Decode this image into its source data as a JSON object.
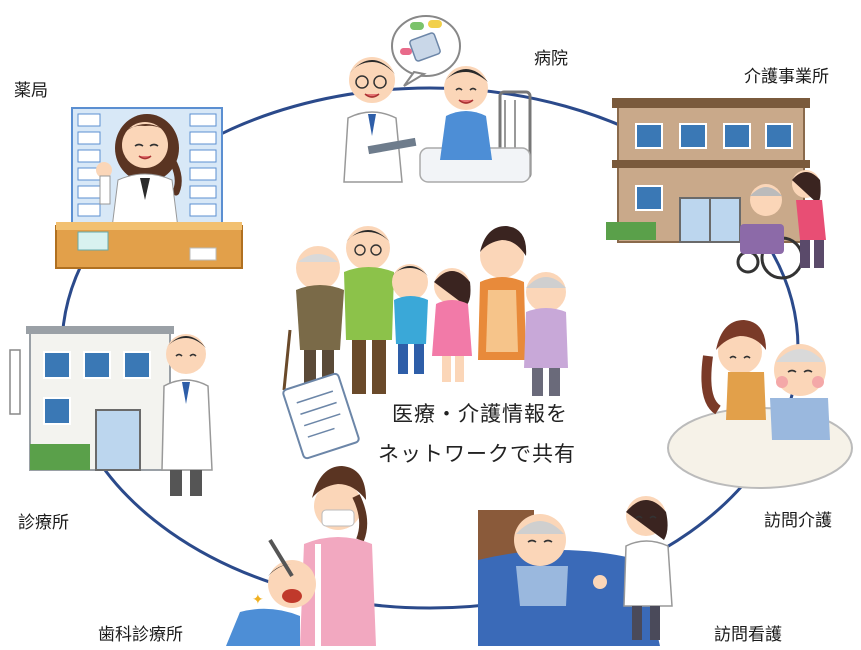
{
  "center": {
    "line1": "医療・介護情報を",
    "line2": "ネットワークで共有"
  },
  "nodes": {
    "pharmacy": "薬局",
    "hospital": "病院",
    "care_office": "介護事業所",
    "home_care": "訪問介護",
    "home_nursing": "訪問看護",
    "dental_clinic": "歯科診療所",
    "clinic": "診療所"
  },
  "colors": {
    "network_ring": "#2b4a8b",
    "building_wall": "#f3f3ef",
    "building_roof": "#9aa0a6",
    "window": "#3a78b5",
    "care_building": "#c9a98a",
    "counter": "#e2a04a",
    "shelf": "#5b8fd1"
  },
  "icons": {
    "pharmacist": "pharmacist-illustration",
    "doctor_patient": "doctor-with-patient-illustration",
    "care_facility": "care-facility-building-illustration",
    "caregiver": "caregiver-hugging-elder-illustration",
    "nurse_visit": "nurse-visiting-bedridden-patient-illustration",
    "dentist": "dentist-treating-child-illustration",
    "clinic": "clinic-building-with-doctor-illustration",
    "family": "family-group-illustration"
  }
}
